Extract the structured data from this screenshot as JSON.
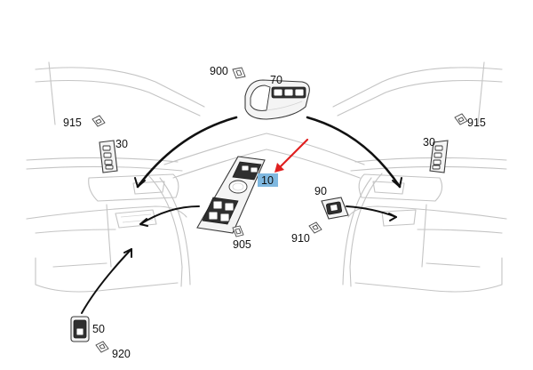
{
  "colors": {
    "highlight": "#7fb8e0",
    "pointer_arrow": "#e02020",
    "line": "#c4c4c4"
  },
  "callouts": {
    "c900": "900",
    "c70": "70",
    "c915_left": "915",
    "c30_left": "30",
    "c915_right": "915",
    "c30_right": "30",
    "c10": "10",
    "c90": "90",
    "c905": "905",
    "c910": "910",
    "c50": "50",
    "c920": "920"
  }
}
